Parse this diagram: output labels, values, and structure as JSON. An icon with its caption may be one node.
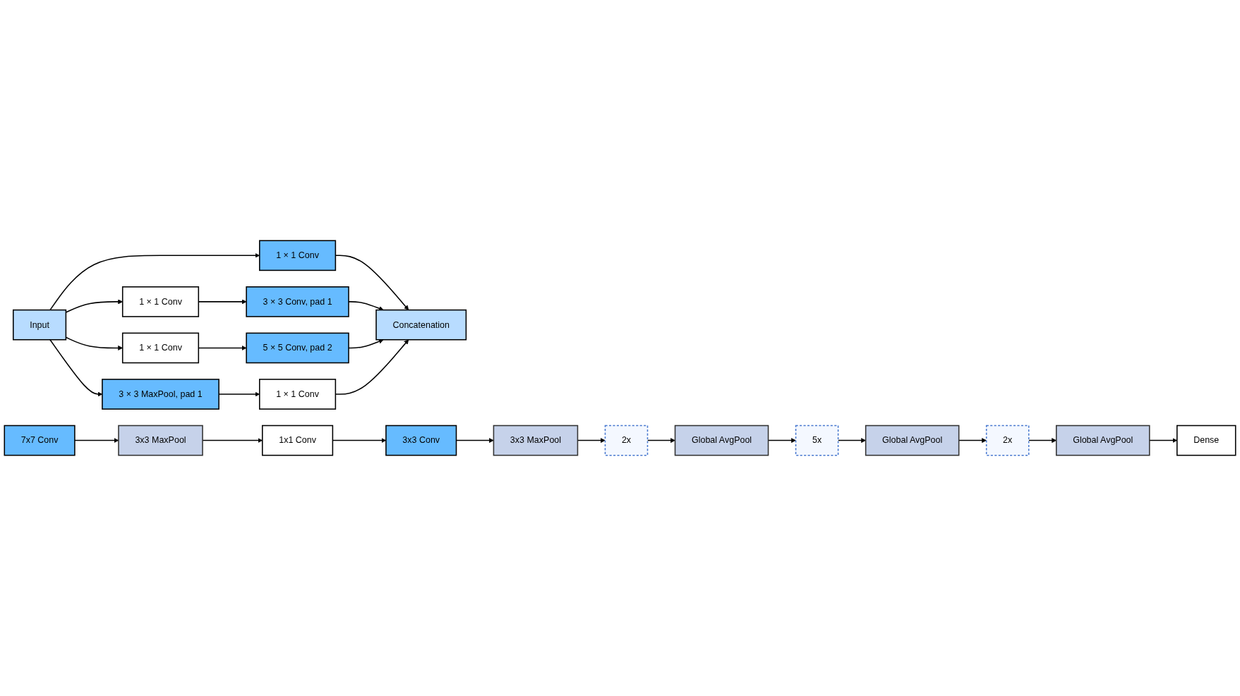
{
  "diagram": {
    "nodes": [
      {
        "text": [
          "Concatenation"
        ]
      },
      {
        "text": [
          "1 × 1 Conv"
        ]
      },
      {
        "text": [
          "3 × 3 Conv, pad 1"
        ]
      },
      {
        "text": [
          "5 × 5 Conv, pad 2"
        ]
      },
      {
        "text": [
          "1 × 1 Conv"
        ]
      },
      {
        "text": [
          "1 × 1 Conv"
        ]
      },
      {
        "text": [
          "1 × 1 Conv"
        ]
      },
      {
        "text": [
          "3 × 3 MaxPool, pad 1"
        ]
      },
      {
        "text": [
          "Input"
        ]
      },
      {
        "text": [
          "7x7 Conv"
        ]
      },
      {
        "text": [
          "3x3 MaxPool"
        ]
      },
      {
        "text": [
          "1x1 Conv"
        ]
      },
      {
        "text": [
          "3x3 Conv"
        ]
      },
      {
        "text": [
          "3x3 MaxPool"
        ]
      },
      {
        "text": [
          "2x"
        ]
      },
      {
        "text": [
          "Global AvgPool"
        ]
      },
      {
        "text": [
          "5x"
        ]
      },
      {
        "text": [
          "Global AvgPool"
        ]
      },
      {
        "text": [
          "2x"
        ]
      },
      {
        "text": [
          "Global AvgPool"
        ]
      },
      {
        "text": [
          "Dense"
        ]
      }
    ],
    "edges": [
      {
        "from": 8,
        "to": 1,
        "arrow": "to"
      },
      {
        "from": 8,
        "to": 5,
        "arrow": "to"
      },
      {
        "from": 8,
        "to": 6,
        "arrow": "to"
      },
      {
        "from": 8,
        "to": 7,
        "arrow": "to"
      },
      {
        "from": 1,
        "to": 0,
        "arrow": "to"
      },
      {
        "from": 5,
        "to": 2,
        "arrow": "to"
      },
      {
        "from": 6,
        "to": 3,
        "arrow": "to"
      },
      {
        "from": 7,
        "to": 4,
        "arrow": "to"
      },
      {
        "from": 2,
        "to": 0,
        "arrow": "to"
      },
      {
        "from": 3,
        "to": 0,
        "arrow": "to"
      },
      {
        "from": 4,
        "to": 0,
        "arrow": "to"
      },
      {
        "from": 9,
        "to": 10,
        "arrow": "to"
      },
      {
        "from": 10,
        "to": 11,
        "arrow": "to"
      },
      {
        "from": 11,
        "to": 12,
        "arrow": "to"
      },
      {
        "from": 12,
        "to": 13,
        "arrow": "to"
      },
      {
        "from": 13,
        "to": 14,
        "arrow": "to"
      },
      {
        "from": 14,
        "to": 15,
        "arrow": "to"
      },
      {
        "from": 15,
        "to": 16,
        "arrow": "to"
      },
      {
        "from": 16,
        "to": 17,
        "arrow": "to"
      },
      {
        "from": 17,
        "to": 18,
        "arrow": "to"
      },
      {
        "from": 18,
        "to": 19,
        "arrow": "to"
      },
      {
        "from": 19,
        "to": 20,
        "arrow": "to"
      }
    ]
  }
}
